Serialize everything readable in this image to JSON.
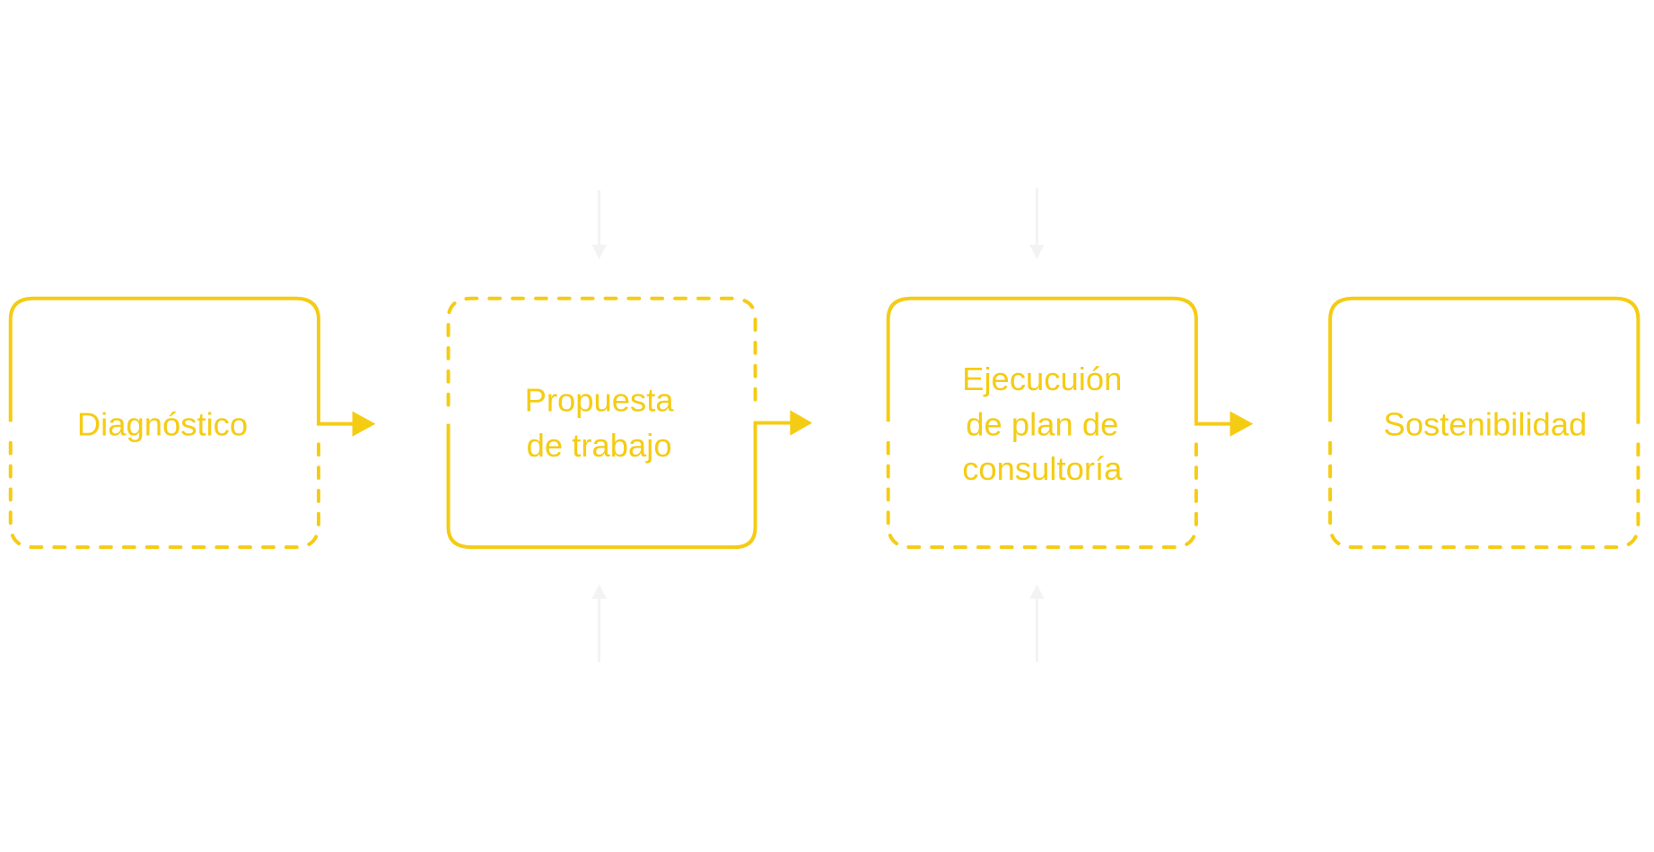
{
  "colors": {
    "accent": "#F5CC14",
    "faint_arrow": "#f3f3f3",
    "background": "#ffffff"
  },
  "steps": [
    {
      "lines": [
        "Diagnóstico"
      ]
    },
    {
      "lines": [
        "Propuesta",
        "de trabajo"
      ]
    },
    {
      "lines": [
        "Ejecucuión",
        "de plan de",
        "consultoría"
      ]
    },
    {
      "lines": [
        "Sostenibilidad"
      ]
    }
  ]
}
